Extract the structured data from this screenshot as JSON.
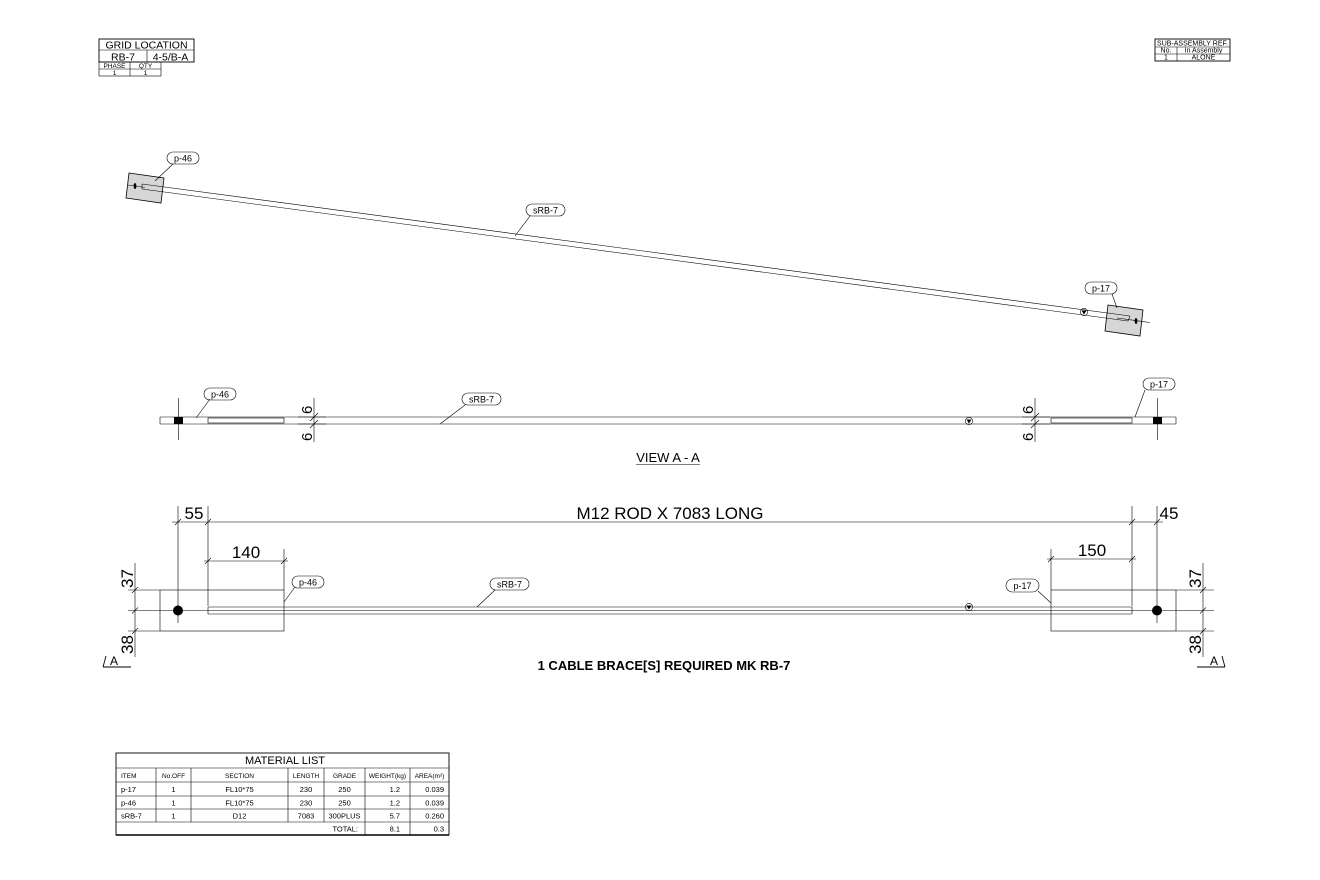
{
  "grid_location": {
    "title": "GRID LOCATION",
    "mark": "RB-7",
    "grid": "4-5/B-A",
    "phase_label": "PHASE",
    "qty_label": "QTY",
    "phase": "1",
    "qty": "1"
  },
  "sub_assembly": {
    "title": "SUB-ASSEMBLY REF.",
    "no_label": "No.",
    "in_label": "In Assembly",
    "no": "1",
    "value": "ALONE"
  },
  "tags": {
    "p46": "p-46",
    "p17": "p-17",
    "srb7": "sRB-7"
  },
  "view_a": {
    "title": "VIEW  A - A",
    "dim_left_top": "6",
    "dim_left_bottom": "6",
    "dim_right_top": "6",
    "dim_right_bottom": "6"
  },
  "elevation": {
    "rod_label": "M12 ROD X 7083 LONG",
    "dim_left_end": "55",
    "dim_right_end": "45",
    "dim_left_plate": "140",
    "dim_right_plate": "150",
    "dim_left_top": "37",
    "dim_left_bottom": "38",
    "dim_right_top": "37",
    "dim_right_bottom": "38",
    "section_mark": "A",
    "required_note": "1  CABLE BRACE[S]  REQUIRED  MK RB-7"
  },
  "material_list": {
    "title": "MATERIAL LIST",
    "headers": [
      "ITEM",
      "No.OFF",
      "SECTION",
      "LENGTH",
      "GRADE",
      "WEIGHT(kg)",
      "AREA(m²)"
    ],
    "rows": [
      [
        "p-17",
        "1",
        "FL10*75",
        "230",
        "250",
        "1.2",
        "0.039"
      ],
      [
        "p-46",
        "1",
        "FL10*75",
        "230",
        "250",
        "1.2",
        "0.039"
      ],
      [
        "sRB-7",
        "1",
        "D12",
        "7083",
        "300PLUS",
        "5.7",
        "0.260"
      ]
    ],
    "total_label": "TOTAL:",
    "total_weight": "8.1",
    "total_area": "0.3"
  }
}
